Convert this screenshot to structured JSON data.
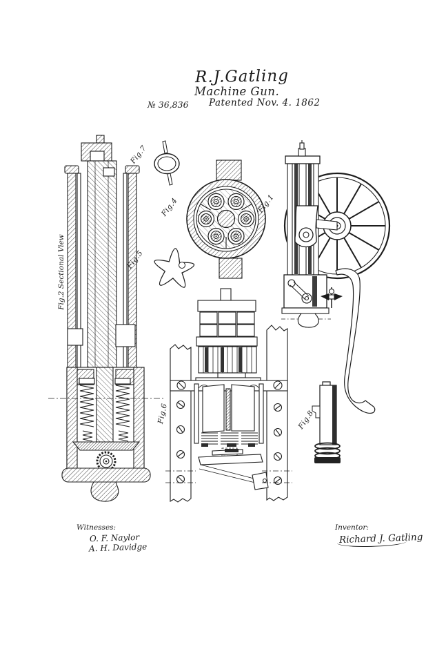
{
  "page": {
    "paper_color": "#ffffff",
    "ink_color": "#1c1c1c"
  },
  "title_block": {
    "inventor_name": "R.J.Gatling",
    "invention_title": "Machine Gun.",
    "patent_number": "№ 36,836",
    "patent_date": "Patented Nov. 4. 1862"
  },
  "figure_labels": {
    "fig1": "Fig.1",
    "fig2": "Fig.2  Sectional View",
    "fig4": "Fig.4",
    "fig5": "Fig.5",
    "fig6": "Fig.6",
    "fig7": "Fig.7",
    "fig8": "Fig.8"
  },
  "signature_block": {
    "witnesses_label": "Witnesses:",
    "witness1": "O. F. Naylor",
    "witness2": "A. H. Davidge",
    "inventor_label": "Inventor:",
    "inventor_signature": "Richard J. Gatling"
  }
}
